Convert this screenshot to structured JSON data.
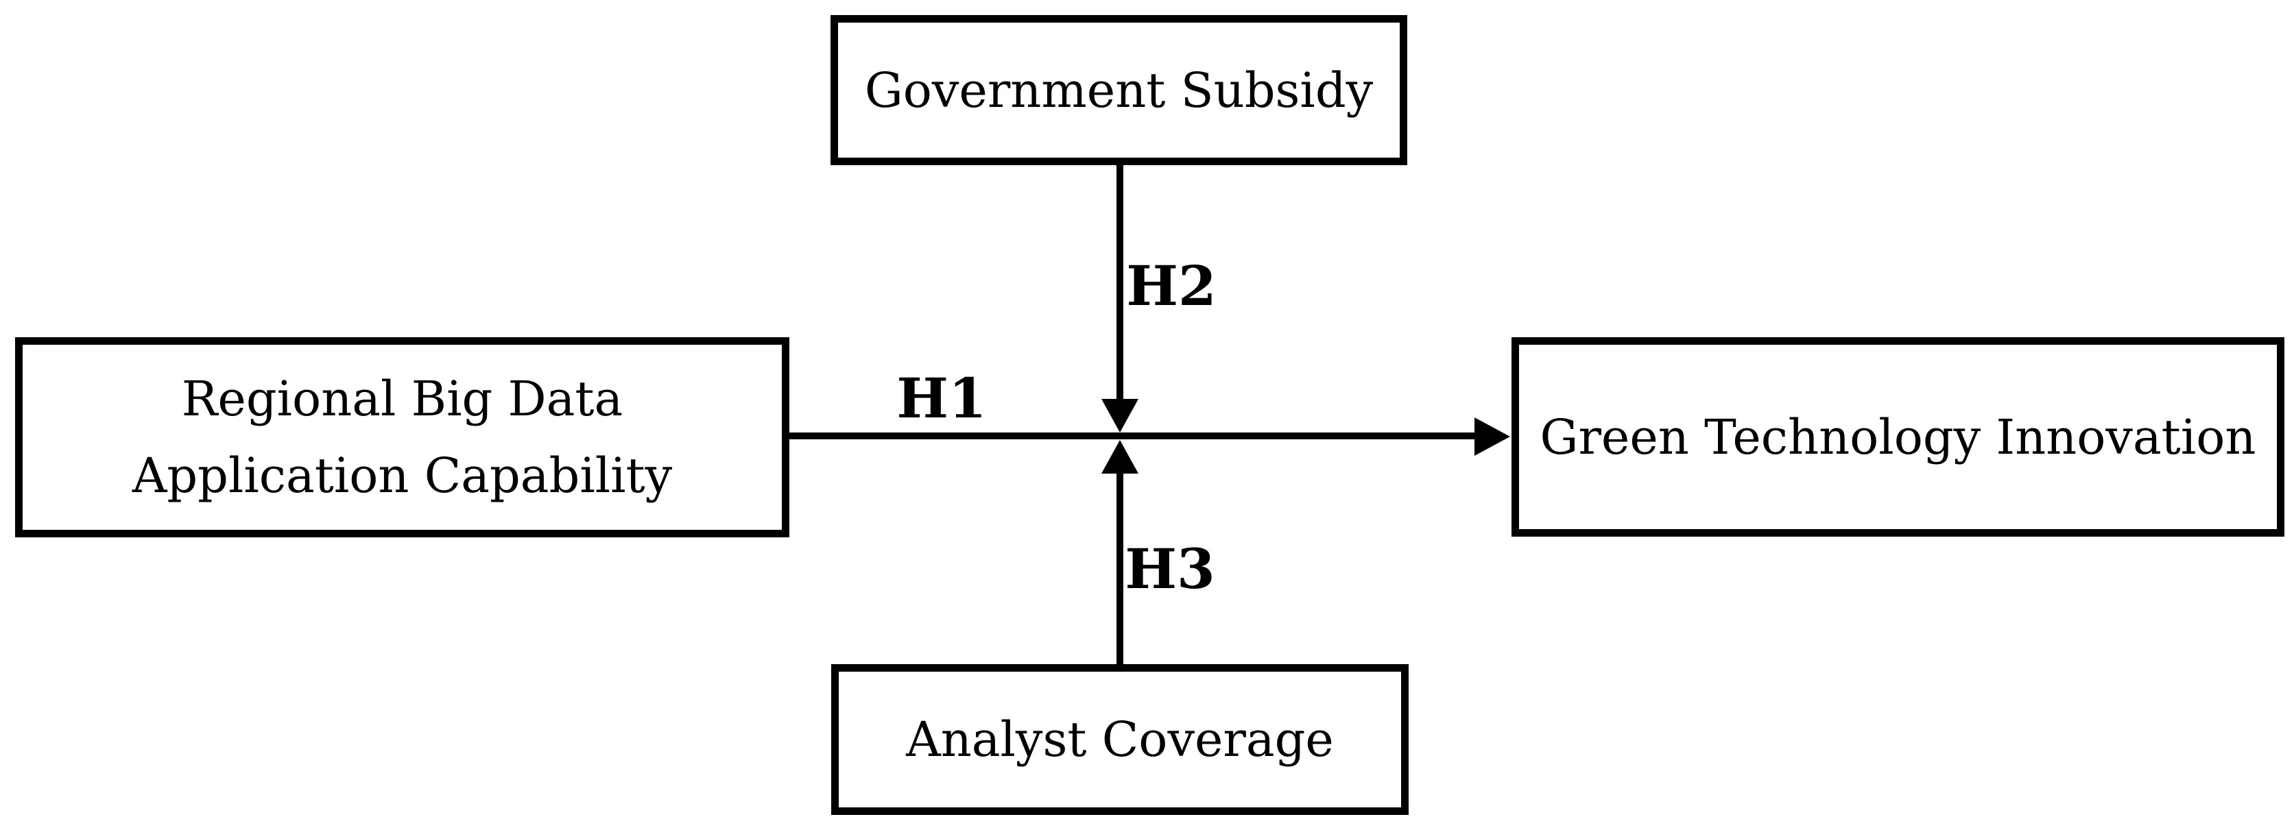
{
  "diagram": {
    "background_color": "#ffffff",
    "line_color": "#000000",
    "box_border_color": "#000000",
    "text_color": "#000000",
    "nodes": {
      "government_subsidy": {
        "label": "Government Subsidy"
      },
      "regional_big_data": {
        "label": "Regional Big Data\nApplication Capability"
      },
      "green_technology_innovation": {
        "label": "Green Technology Innovation"
      },
      "analyst_coverage": {
        "label": "Analyst Coverage"
      }
    },
    "edges": {
      "h1": {
        "label": "H1",
        "from": "regional_big_data",
        "to": "green_technology_innovation",
        "direction": "right"
      },
      "h2": {
        "label": "H2",
        "from": "government_subsidy",
        "to": "h1_arrow_midpoint",
        "direction": "down"
      },
      "h3": {
        "label": "H3",
        "from": "analyst_coverage",
        "to": "h1_arrow_midpoint",
        "direction": "up"
      }
    }
  }
}
